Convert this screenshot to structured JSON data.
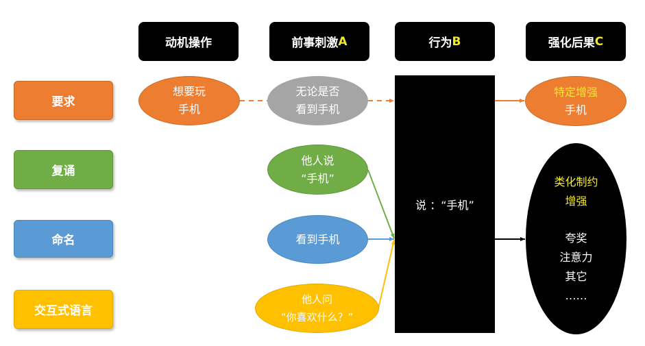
{
  "headers": {
    "motivation": {
      "text": "动机操作",
      "accent": ""
    },
    "antecedent": {
      "text": "前事刺激",
      "accent": "A"
    },
    "behavior": {
      "text": "行为",
      "accent": "B"
    },
    "consequence": {
      "text": "强化后果",
      "accent": "C"
    }
  },
  "row_labels": {
    "mand": "要求",
    "echoic": "复诵",
    "tact": "命名",
    "intraverbal": "交互式语言"
  },
  "ovals": {
    "mand_motivation": {
      "line1": "想要玩",
      "line2": "手机"
    },
    "mand_antecedent": {
      "line1": "无论是否",
      "line2": "看到手机"
    },
    "echoic_antecedent": {
      "line1": "他人说",
      "line2": "“手机”"
    },
    "tact_antecedent": {
      "line1": "看到手机"
    },
    "intraverbal_antecedent": {
      "line1": "他人问",
      "line2": "“你喜欢什么？”"
    },
    "mand_reinforcement": {
      "line1": "特定增强",
      "line2": "手机"
    },
    "generalized_reinforcement": {
      "title1": "类化制约",
      "title2": "增强",
      "items": [
        "夸奖",
        "注意力",
        "其它",
        "……"
      ]
    }
  },
  "behavior_box": {
    "text": "说 ：“手机”"
  },
  "colors": {
    "orange": "#ed7d31",
    "gray": "#a5a5a5",
    "green": "#70ad47",
    "blue": "#5b9bd5",
    "yellow": "#ffc000",
    "black": "#000000",
    "accent_yellow": "#f2e830"
  }
}
